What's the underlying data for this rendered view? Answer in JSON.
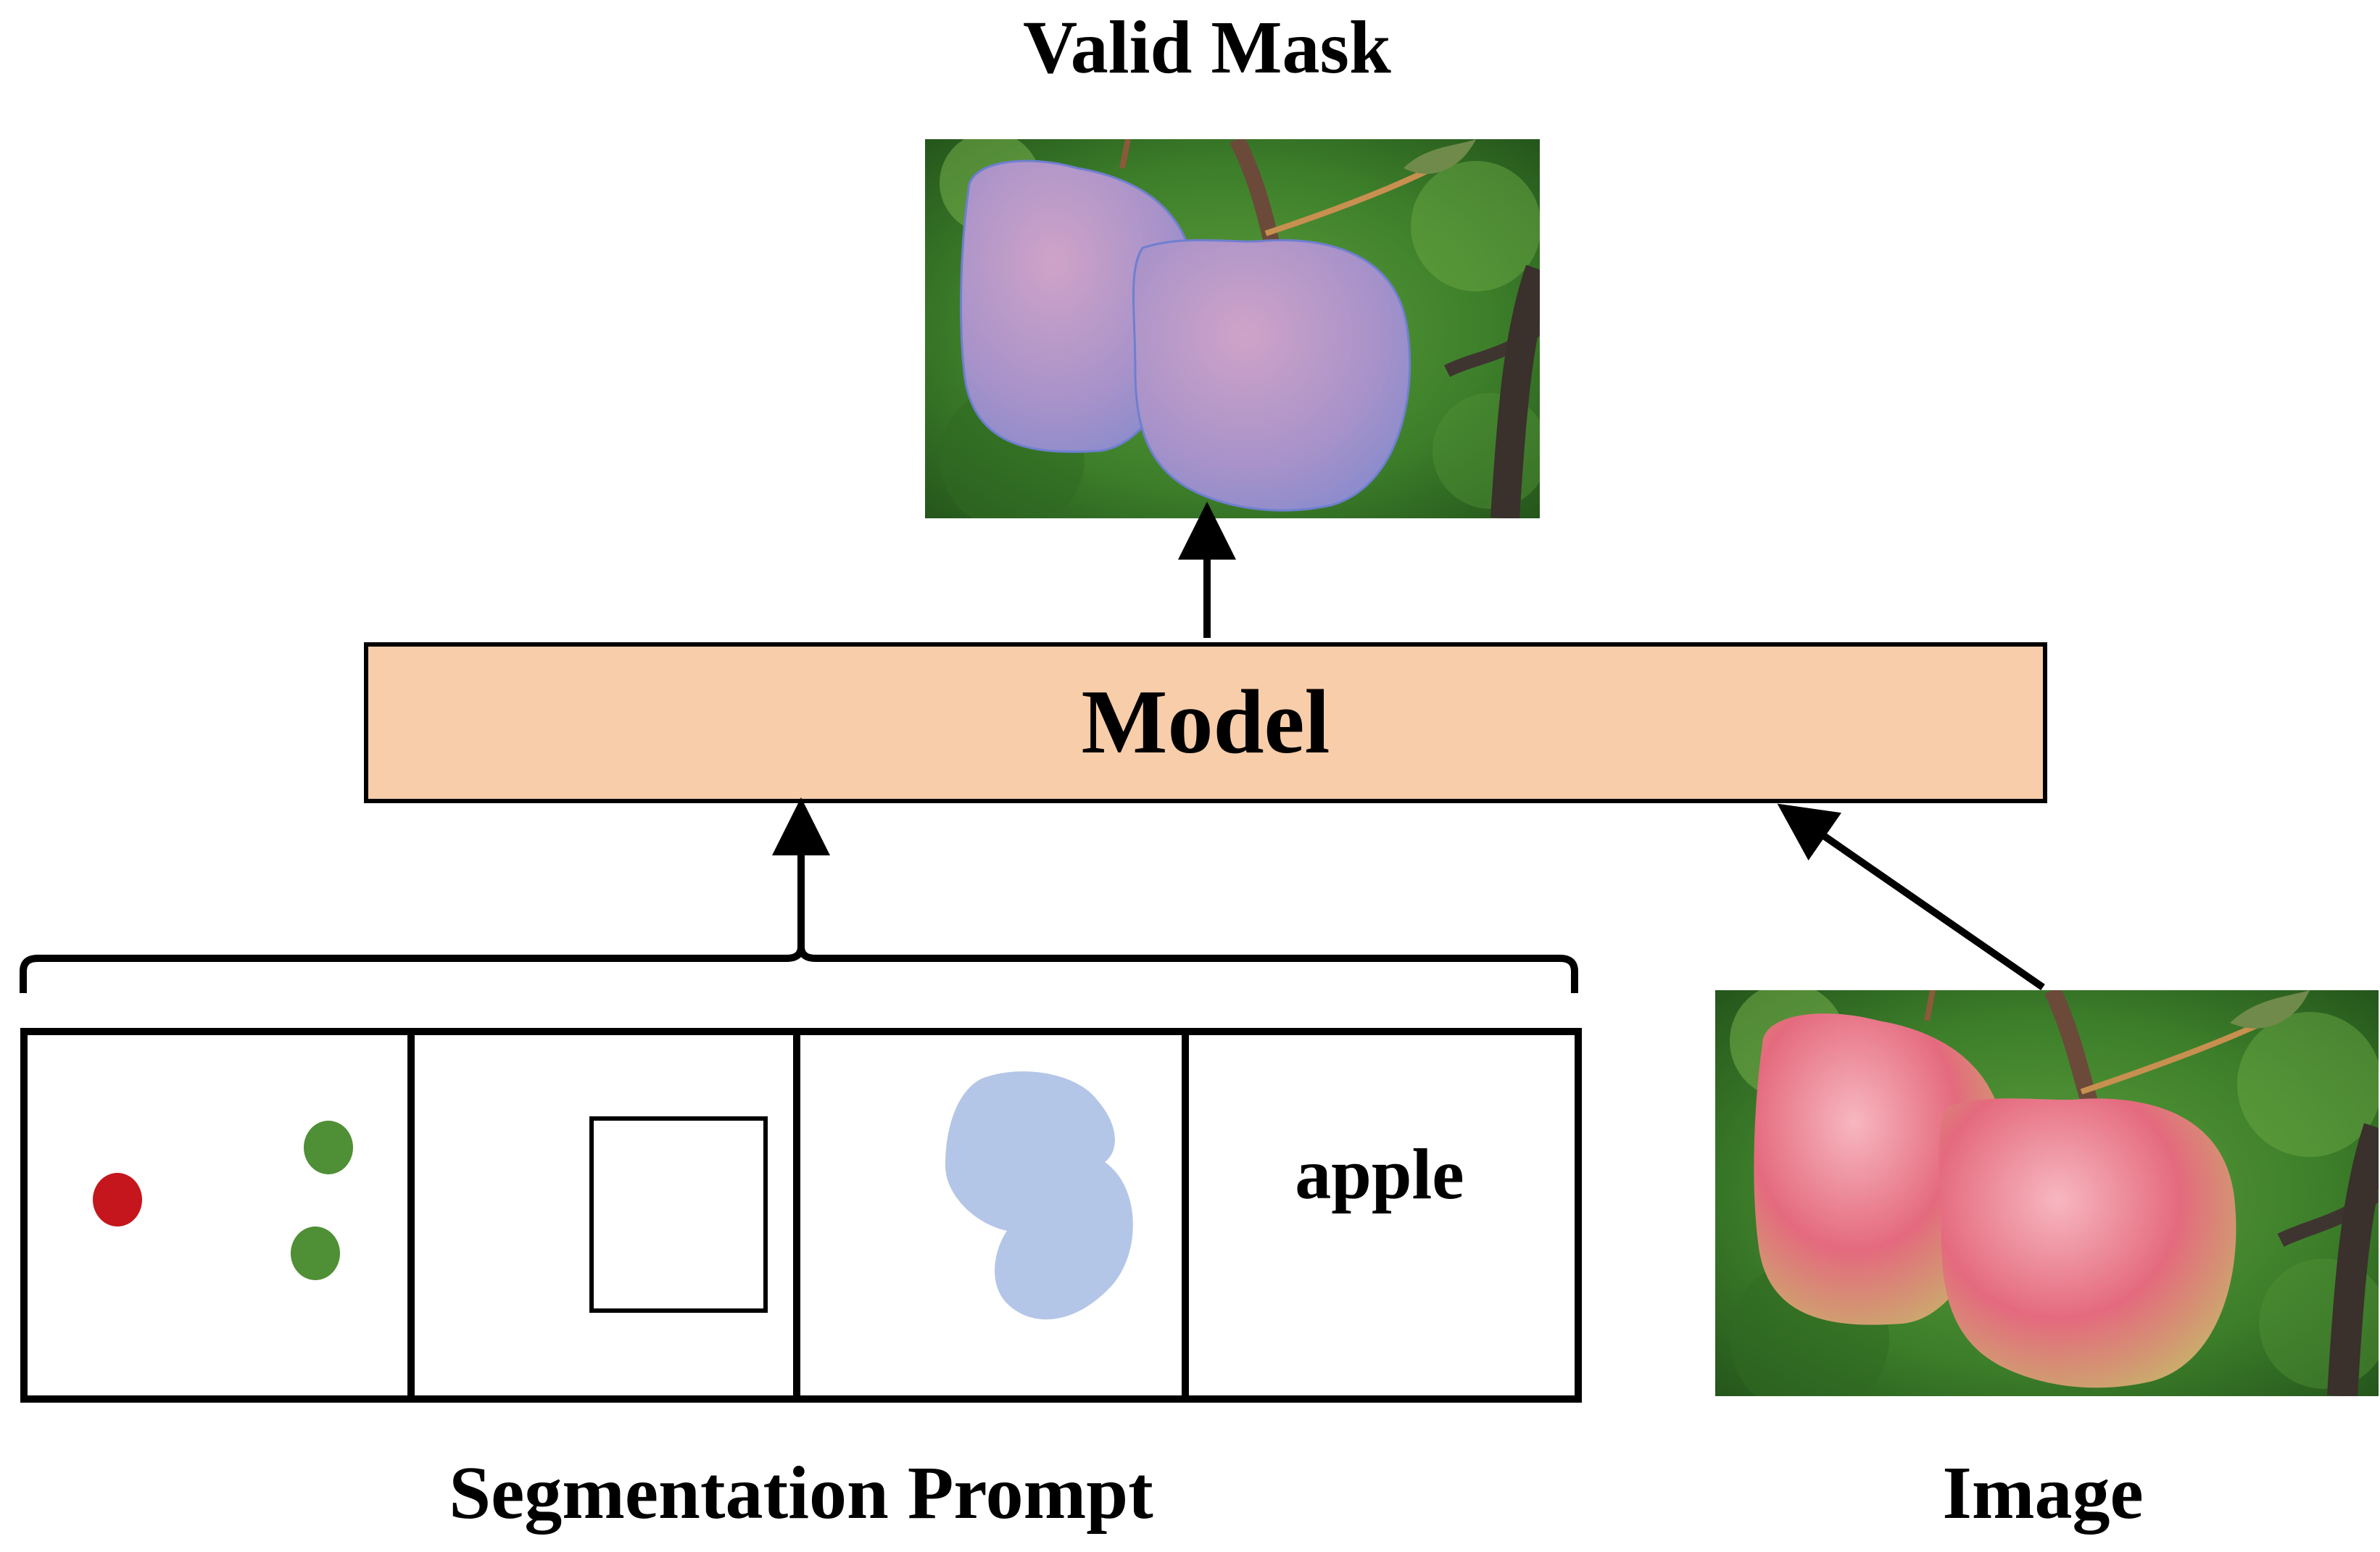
{
  "diagram": {
    "title": "Valid Mask",
    "model_label": "Model",
    "text_prompt": "apple",
    "segmentation_prompt_label": "Segmentation Prompt",
    "image_label": "Image",
    "prompt_types": [
      "points",
      "box",
      "mask",
      "text"
    ]
  },
  "colors": {
    "model_fill": "#f8cdaa",
    "negative_point": "#c4161c",
    "positive_point": "#4f8f35",
    "mask_blob": "#b4c6e7",
    "mask_overlay": "#9fb2e6",
    "outline": "#000000"
  },
  "icons": {
    "negative_point": "red-dot-icon",
    "positive_points": "green-dot-icon",
    "box": "bounding-box-icon",
    "mask": "mask-blob-icon"
  }
}
